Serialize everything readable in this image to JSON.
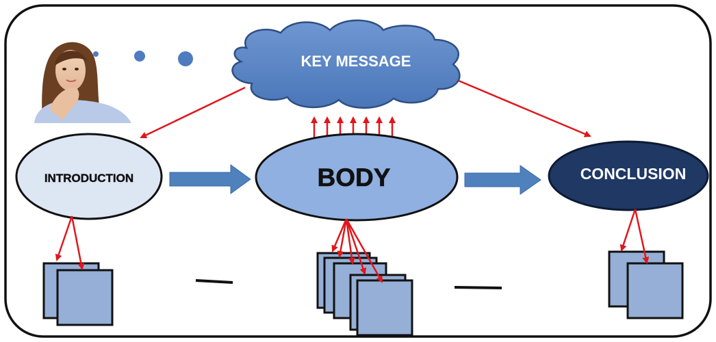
{
  "diagram": {
    "cloud": {
      "label": "KEY MESSAGE"
    },
    "nodes": {
      "introduction": {
        "label": "INTRODUCTION"
      },
      "body": {
        "label": "BODY"
      },
      "conclusion": {
        "label": "CONCLUSION"
      }
    },
    "thought_bubbles": 3,
    "body_up_arrows": 7,
    "stack_counts": {
      "introduction": 2,
      "body": 5,
      "conclusion": 2
    },
    "separator_dashes": 2
  },
  "colors": {
    "frame": "#111111",
    "cloud_fill": "#5b87c6",
    "cloud_stroke": "#2f4f82",
    "intro_fill": "#dde6f3",
    "body_fill": "#8fb0e0",
    "conclusion_fill": "#1f3864",
    "flow_arrow": "#4f81bd",
    "link_arrow": "#e0161b",
    "square_fill": "#95afd6"
  }
}
